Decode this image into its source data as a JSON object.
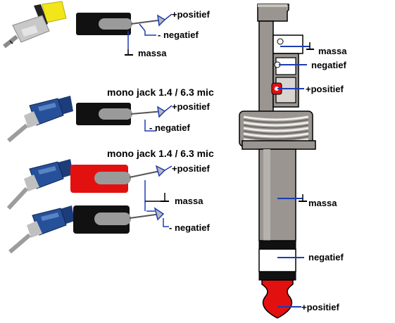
{
  "left": {
    "stereo": {
      "tip": "+positief",
      "ring": "- negatief",
      "sleeve": "massa"
    },
    "mono_1": {
      "title": "mono jack 1.4 / 6.3  mic",
      "tip": "+positief",
      "sleeve": "- negatief"
    },
    "mono_2": {
      "title": "mono jack 1.4 / 6.3  mic",
      "tip": "+positief",
      "ground": "massa",
      "sleeve": "- negatief"
    }
  },
  "right": {
    "socket": {
      "massa": "massa",
      "negatief": "negatief",
      "positief": "+positief"
    },
    "plug": {
      "massa": "massa",
      "negatief": "negatief",
      "positief": "+positief"
    }
  },
  "colors": {
    "wire": "#1f3cb4",
    "metal": "#9a9590",
    "metal_dark": "#555046",
    "red": "#e31010",
    "yellow": "#f2e61a",
    "cable_black": "#111111"
  }
}
